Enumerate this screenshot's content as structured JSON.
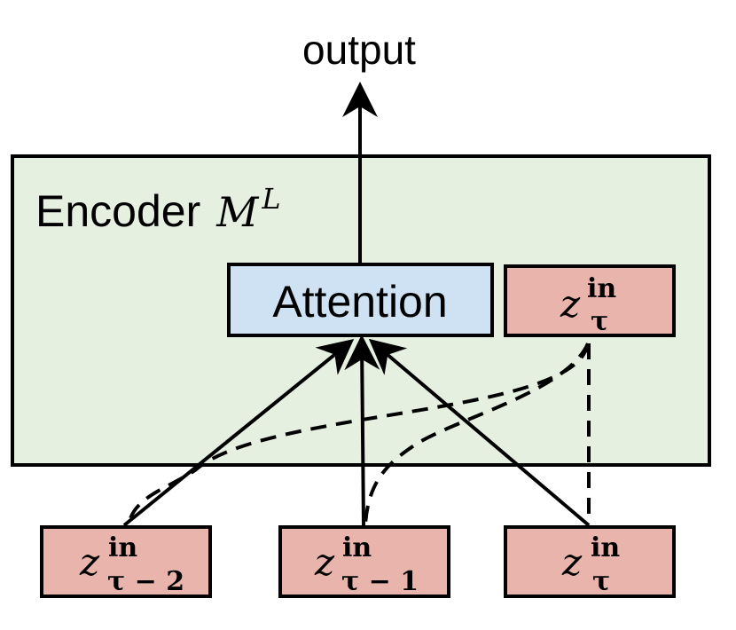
{
  "output_label": "output",
  "encoder": {
    "label": "Encoder",
    "symbol": "M",
    "superscript": "L"
  },
  "attention": {
    "label": "Attention"
  },
  "z_nodes": {
    "inner": {
      "var": "z",
      "sup": "in",
      "sub": "τ"
    },
    "tau_minus_2": {
      "var": "z",
      "sup": "in",
      "sub": "τ − 2"
    },
    "tau_minus_1": {
      "var": "z",
      "sup": "in",
      "sub": "τ − 1"
    },
    "tau": {
      "var": "z",
      "sup": "in",
      "sub": "τ"
    }
  },
  "colors": {
    "encoder_fill": "#e6f0e0",
    "attention_fill": "#cfe2f3",
    "z_fill": "#e8b4ac",
    "stroke": "#000000"
  }
}
